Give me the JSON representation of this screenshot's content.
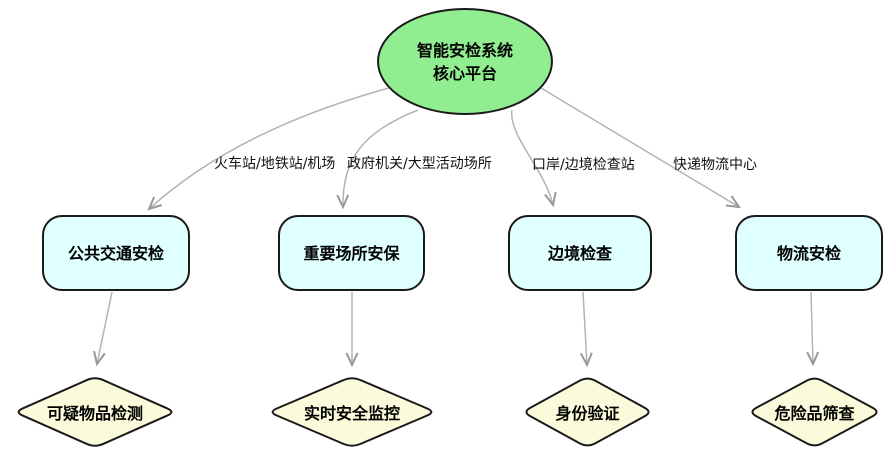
{
  "diagram": {
    "root": {
      "label_line1": "智能安检系统",
      "label_line2": "核心平台"
    },
    "branches": [
      {
        "edge_label": "火车站/地铁站/机场",
        "label": "公共交通安检",
        "leaf_label": "可疑物品检测"
      },
      {
        "edge_label": "政府机关/大型活动场所",
        "label": "重要场所安保",
        "leaf_label": "实时安全监控"
      },
      {
        "edge_label": "口岸/边境检查站",
        "label": "边境检查",
        "leaf_label": "身份验证"
      },
      {
        "edge_label": "快递物流中心",
        "label": "物流安检",
        "leaf_label": "危险品筛查"
      }
    ],
    "colors": {
      "root_fill": "#90EE90",
      "branch_fill": "#E0FFFF",
      "leaf_fill": "#FBFBDB",
      "node_border": "#1a1a1a",
      "edge_line": "#b3b3b3",
      "arrowhead": "#999999"
    }
  }
}
